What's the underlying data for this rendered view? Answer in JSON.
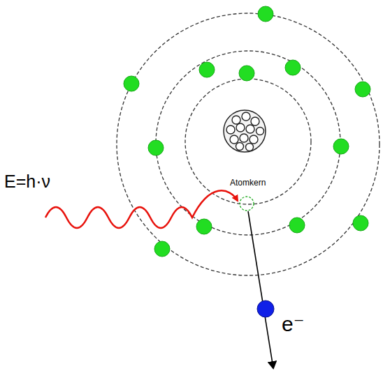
{
  "diagram": {
    "labels": [
      "E=h·ν",
      "Atomkern",
      "e⁻"
    ]
  }
}
